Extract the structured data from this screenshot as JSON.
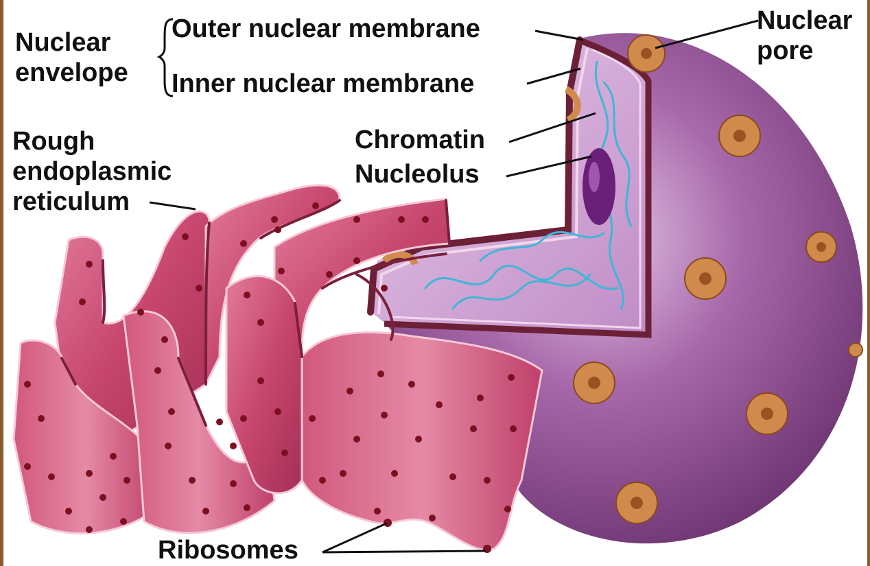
{
  "labels": {
    "nuclear_envelope_line1": "Nuclear",
    "nuclear_envelope_line2": "envelope",
    "outer_membrane": "Outer nuclear membrane",
    "inner_membrane": "Inner nuclear membrane",
    "nuclear_pore_line1": "Nuclear",
    "nuclear_pore_line2": "pore",
    "rough_er_line1": "Rough",
    "rough_er_line2": "endoplasmic",
    "rough_er_line3": "reticulum",
    "chromatin": "Chromatin",
    "nucleolus": "Nucleolus",
    "ribosomes": "Ribosomes"
  },
  "colors": {
    "nucleus": "#9b5a9e",
    "nucleus_highlight": "#d8b2dc",
    "nucleus_cut": "#cfa3d4",
    "membrane_rim": "#6b2036",
    "er": "#c7466e",
    "er_dark": "#7a1f3c",
    "er_light": "#f0a7bd",
    "pore": "#d08a4c",
    "chromatin": "#3fb6d6",
    "nucleolus": "#6a1f78",
    "ribosome": "#7a1020",
    "border": "#8a5a2a",
    "text": "#111111"
  }
}
